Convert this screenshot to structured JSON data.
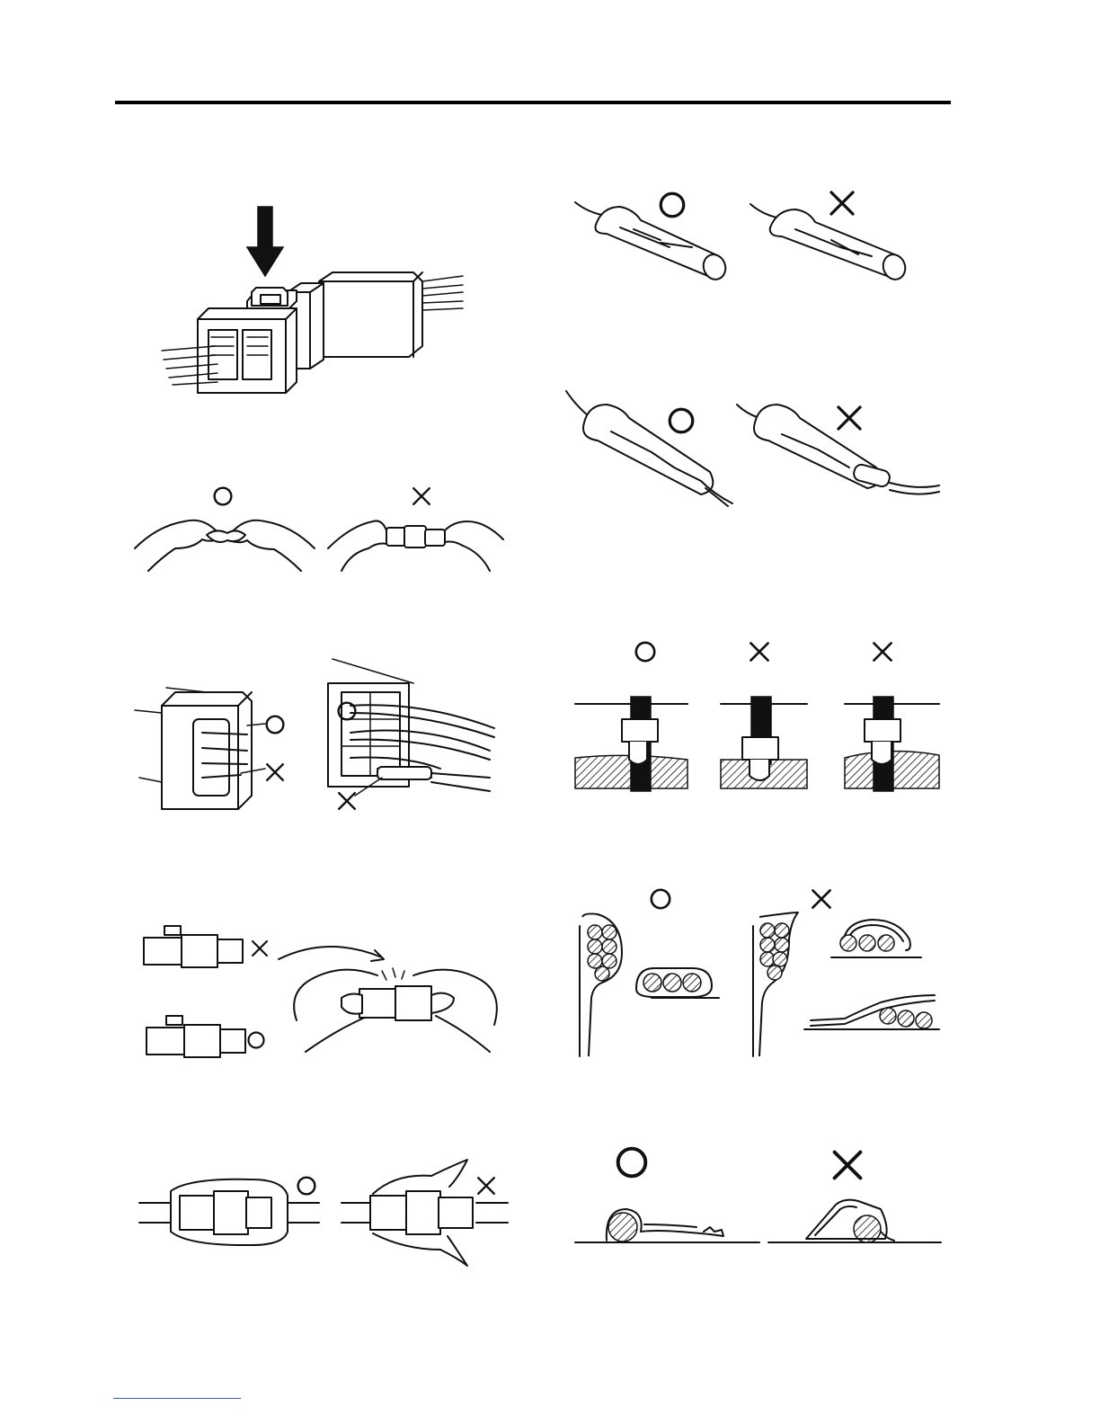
{
  "page": {
    "marks": {
      "correct": "○",
      "incorrect": "×"
    }
  },
  "figures": [
    {
      "id": "connector-push-down",
      "marks": []
    },
    {
      "id": "hands-joining-terminals",
      "marks": [
        "correct",
        "incorrect"
      ]
    },
    {
      "id": "terminal-pins-alignment",
      "marks": [
        "correct",
        "incorrect",
        "correct",
        "incorrect"
      ]
    },
    {
      "id": "connector-lock-engagement",
      "marks": [
        "incorrect",
        "correct"
      ]
    },
    {
      "id": "rubber-boot-cover",
      "marks": [
        "correct",
        "incorrect"
      ]
    },
    {
      "id": "insulating-sleeve-placement",
      "marks": [
        "correct",
        "incorrect"
      ]
    },
    {
      "id": "sleeve-over-splice",
      "marks": [
        "correct",
        "incorrect"
      ]
    },
    {
      "id": "tie-band-fastening",
      "marks": [
        "correct",
        "incorrect",
        "incorrect"
      ]
    },
    {
      "id": "harness-clamp-wrapping",
      "marks": [
        "correct",
        "incorrect"
      ]
    },
    {
      "id": "clamp-bend-direction",
      "marks": [
        "correct",
        "incorrect"
      ]
    }
  ]
}
